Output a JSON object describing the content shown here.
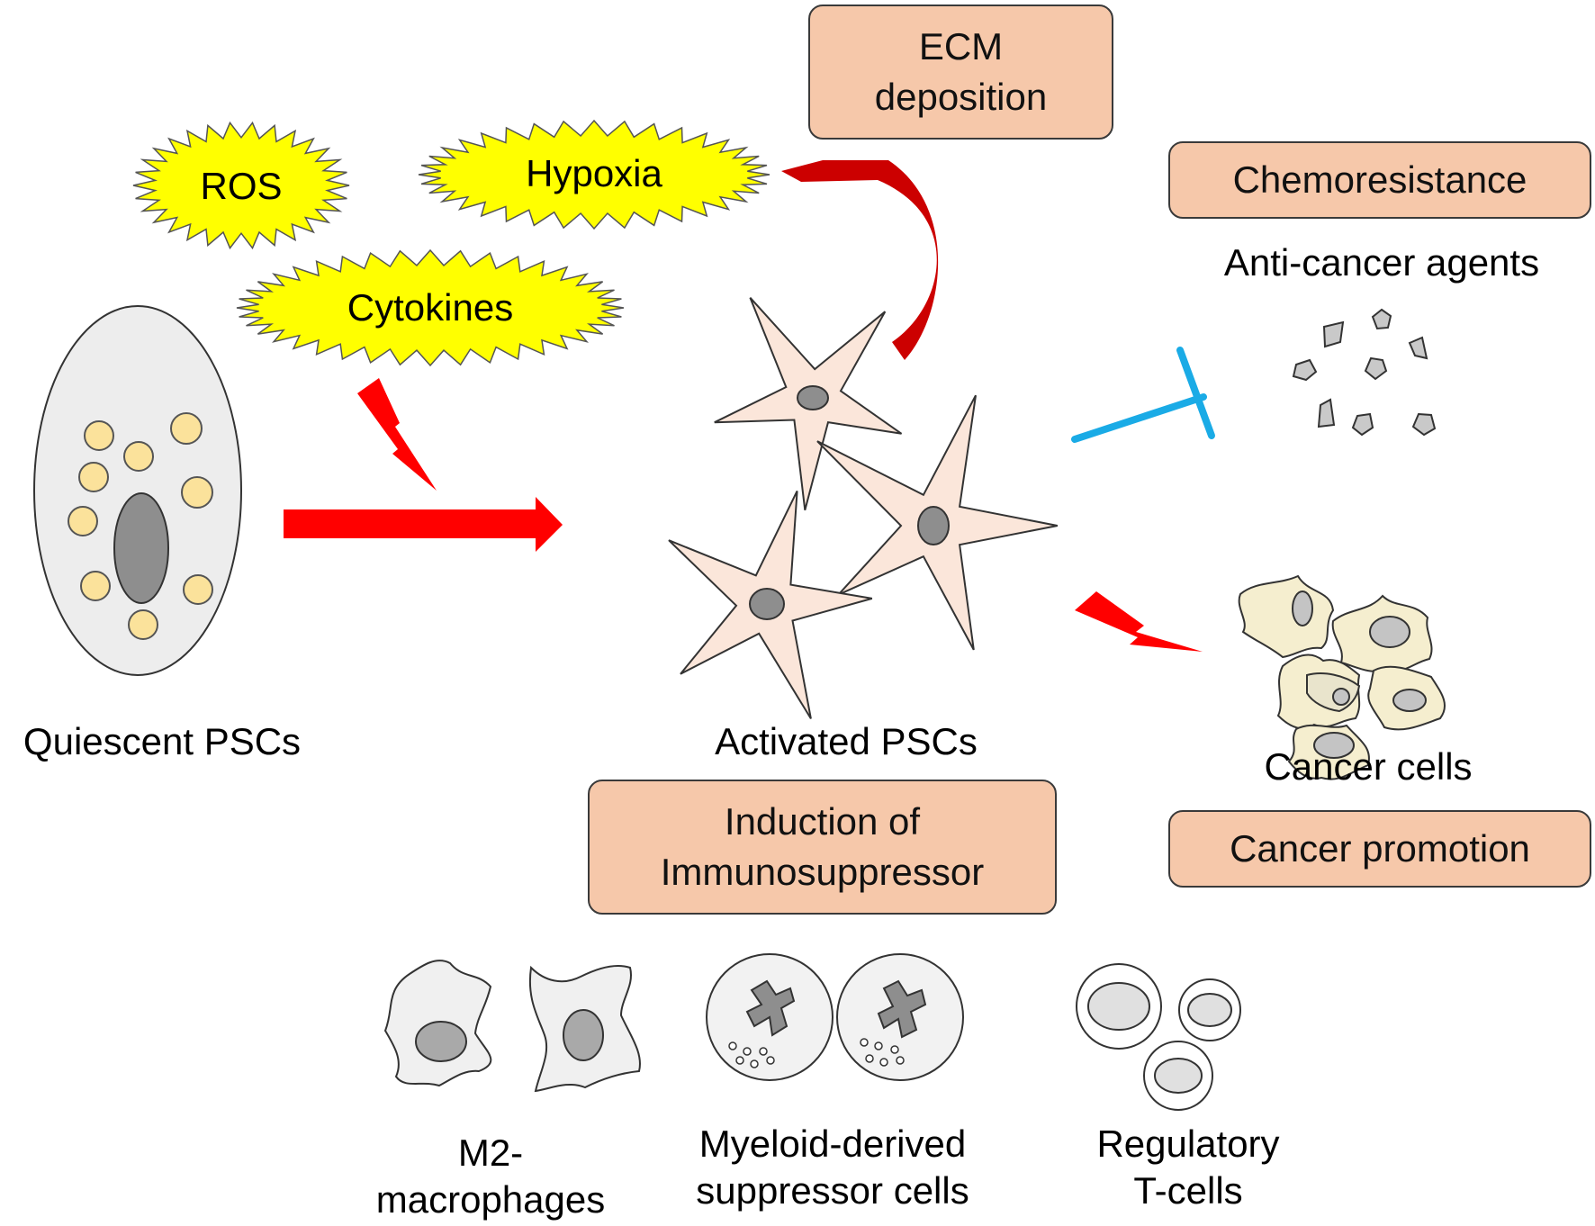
{
  "stimuli": {
    "ros": "ROS",
    "hypoxia": "Hypoxia",
    "cytokines": "Cytokines"
  },
  "boxes": {
    "ecm_line1": "ECM",
    "ecm_line2": "deposition",
    "chemoresistance": "Chemoresistance",
    "immuno_line1": "Induction of",
    "immuno_line2": "Immunosuppressor",
    "cancer_promotion": "Cancer promotion"
  },
  "labels": {
    "quiescent": "Quiescent PSCs",
    "activated": "Activated PSCs",
    "anticancer": "Anti-cancer agents",
    "cancer_cells": "Cancer cells",
    "m2_line1": "M2-",
    "m2_line2": "macrophages",
    "mdsc_line1": "Myeloid-derived",
    "mdsc_line2": "suppressor cells",
    "treg_line1": "Regulatory",
    "treg_line2": "T-cells"
  },
  "colors": {
    "box_fill": "#f6c8aa",
    "burst_fill": "#ffff00",
    "arrow_red": "#ff0000",
    "inhibit_blue": "#1aabe6",
    "psc_fill": "#fbe6da",
    "lipid_fill": "#fbe29b",
    "nucleus": "#8e8e8e",
    "cancer_fill": "#f5eecf"
  },
  "icons": [
    "quiescent-psc-icon",
    "activated-psc-icon",
    "lightning-arrow-icon",
    "inhibition-bar-icon",
    "anti-cancer-agent-icon",
    "cancer-cell-icon",
    "m2-macrophage-icon",
    "mdsc-icon",
    "regulatory-t-cell-icon"
  ]
}
